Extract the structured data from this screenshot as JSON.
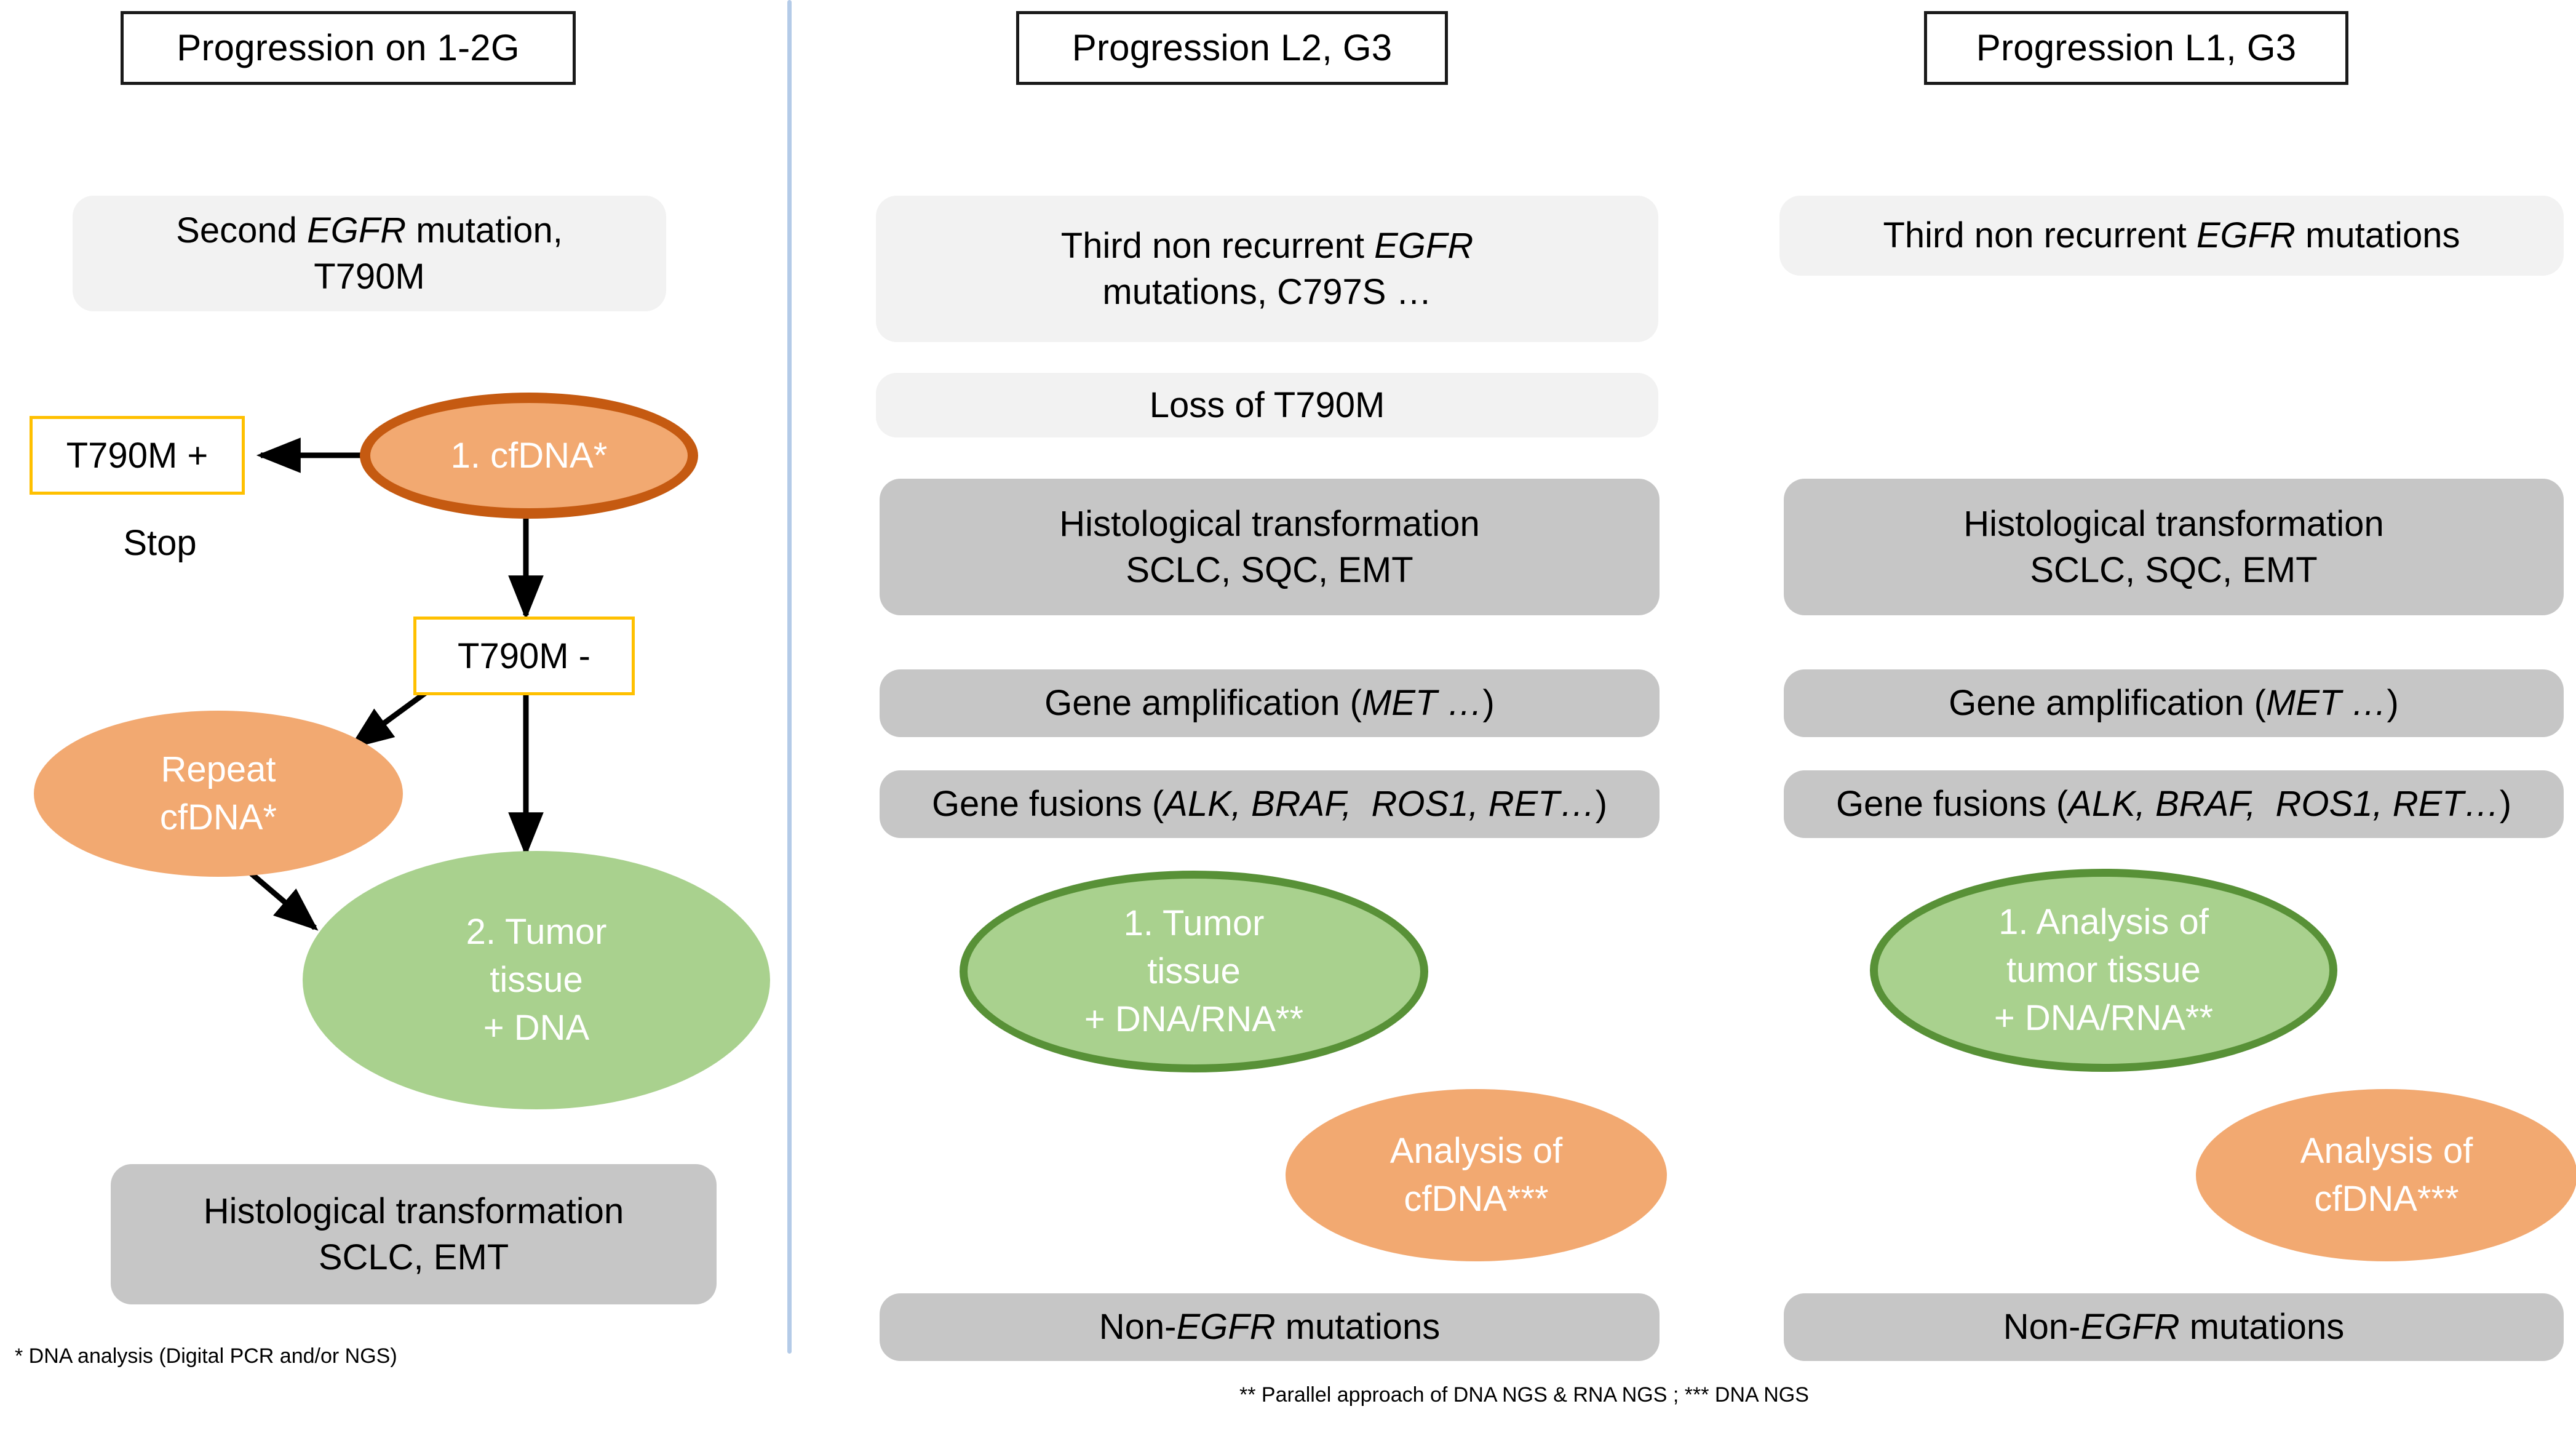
{
  "divider": {
    "color": "#b4cbe8"
  },
  "palette": {
    "panel_light": "#f2f2f2",
    "panel_gray": "#c6c6c6",
    "orange_fill": "#f2a971",
    "orange_border": "#c55a11",
    "green_fill": "#a9d18e",
    "green_border": "#589137",
    "yellow_border": "#ffc000",
    "arrow": "#000000"
  },
  "columns": [
    {
      "id": "col-1-2g",
      "header": "Progression on 1-2G",
      "panel_top": {
        "line1": "Second EGFR mutation,",
        "line2": "T790M",
        "italic": "EGFR"
      },
      "node_cfdna": "1. cfDNA*",
      "box_t790m_pos": "T790M +",
      "label_stop": "Stop",
      "box_t790m_neg": "T790M -",
      "node_repeat": {
        "line1": "Repeat",
        "line2": "cfDNA*"
      },
      "node_tumor": {
        "line1": "2. Tumor",
        "line2": "tissue",
        "line3": "+ DNA"
      },
      "panel_histo": {
        "line1": "Histological transformation",
        "line2": "SCLC, EMT"
      },
      "footnote": "* DNA analysis (Digital PCR and/or NGS)"
    },
    {
      "id": "col-l2-g3",
      "header": "Progression L2, G3",
      "panel_third": {
        "line1": "Third non recurrent EGFR",
        "line2": "mutations, C797S …",
        "italic": "EGFR"
      },
      "panel_loss": "Loss of T790M",
      "panel_histo": {
        "line1": "Histological transformation",
        "line2": "SCLC, SQC, EMT"
      },
      "panel_amp": {
        "pre": "Gene amplification (",
        "italic": "MET …",
        "post": ")"
      },
      "panel_fusions": {
        "pre": "Gene fusions (",
        "italic": "ALK, BRAF,  ROS1, RET…",
        "post": ")"
      },
      "node_tumor": {
        "line1": "1.   Tumor",
        "line2": "tissue",
        "line3": "+ DNA/RNA**"
      },
      "node_cfdna": {
        "line1": "Analysis of",
        "line2": "cfDNA***"
      },
      "panel_nonegfr": {
        "pre": "Non-",
        "italic": "EGFR",
        "post": " mutations"
      }
    },
    {
      "id": "col-l1-g3",
      "header": "Progression L1, G3",
      "panel_third": {
        "line1": "Third non recurrent EGFR mutations",
        "italic": "EGFR"
      },
      "panel_histo": {
        "line1": "Histological transformation",
        "line2": "SCLC, SQC, EMT"
      },
      "panel_amp": {
        "pre": "Gene amplification (",
        "italic": "MET …",
        "post": ")"
      },
      "panel_fusions": {
        "pre": "Gene fusions (",
        "italic": "ALK, BRAF,  ROS1, RET…",
        "post": ")"
      },
      "node_tumor": {
        "line1": "1. Analysis of",
        "line2": "tumor tissue",
        "line3": "+ DNA/RNA**"
      },
      "node_cfdna": {
        "line1": "Analysis of",
        "line2": "cfDNA***"
      },
      "panel_nonegfr": {
        "pre": "Non-",
        "italic": "EGFR",
        "post": " mutations"
      }
    }
  ],
  "bottom_footnote": "** Parallel approach of DNA NGS & RNA NGS ; *** DNA NGS"
}
